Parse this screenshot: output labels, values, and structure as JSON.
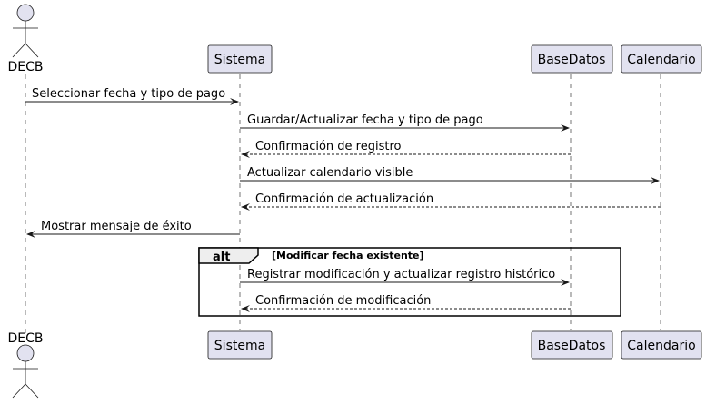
{
  "participants": {
    "decb": {
      "label": "DECB",
      "kind": "actor"
    },
    "sistema": {
      "label": "Sistema",
      "kind": "participant"
    },
    "basedatos": {
      "label": "BaseDatos",
      "kind": "participant"
    },
    "calendario": {
      "label": "Calendario",
      "kind": "participant"
    }
  },
  "messages": [
    {
      "label": "Seleccionar fecha y tipo de pago",
      "from": "decb",
      "to": "sistema",
      "style": "solid"
    },
    {
      "label": "Guardar/Actualizar fecha y tipo de pago",
      "from": "sistema",
      "to": "basedatos",
      "style": "solid"
    },
    {
      "label": "Confirmación de registro",
      "from": "basedatos",
      "to": "sistema",
      "style": "dashed"
    },
    {
      "label": "Actualizar calendario visible",
      "from": "sistema",
      "to": "calendario",
      "style": "solid"
    },
    {
      "label": "Confirmación de actualización",
      "from": "calendario",
      "to": "sistema",
      "style": "dashed"
    },
    {
      "label": "Mostrar mensaje de éxito",
      "from": "sistema",
      "to": "decb",
      "style": "solid"
    },
    {
      "label": "Registrar modificación y actualizar registro histórico",
      "from": "sistema",
      "to": "basedatos",
      "style": "solid"
    },
    {
      "label": "Confirmación de modificación",
      "from": "basedatos",
      "to": "sistema",
      "style": "dashed"
    }
  ],
  "fragment": {
    "keyword": "alt",
    "condition": "[Modificar fecha existente]"
  },
  "colors": {
    "participant_fill": "#E2E2F0",
    "participant_border": "#181818",
    "lifeline": "#181818",
    "arrow": "#181818"
  }
}
